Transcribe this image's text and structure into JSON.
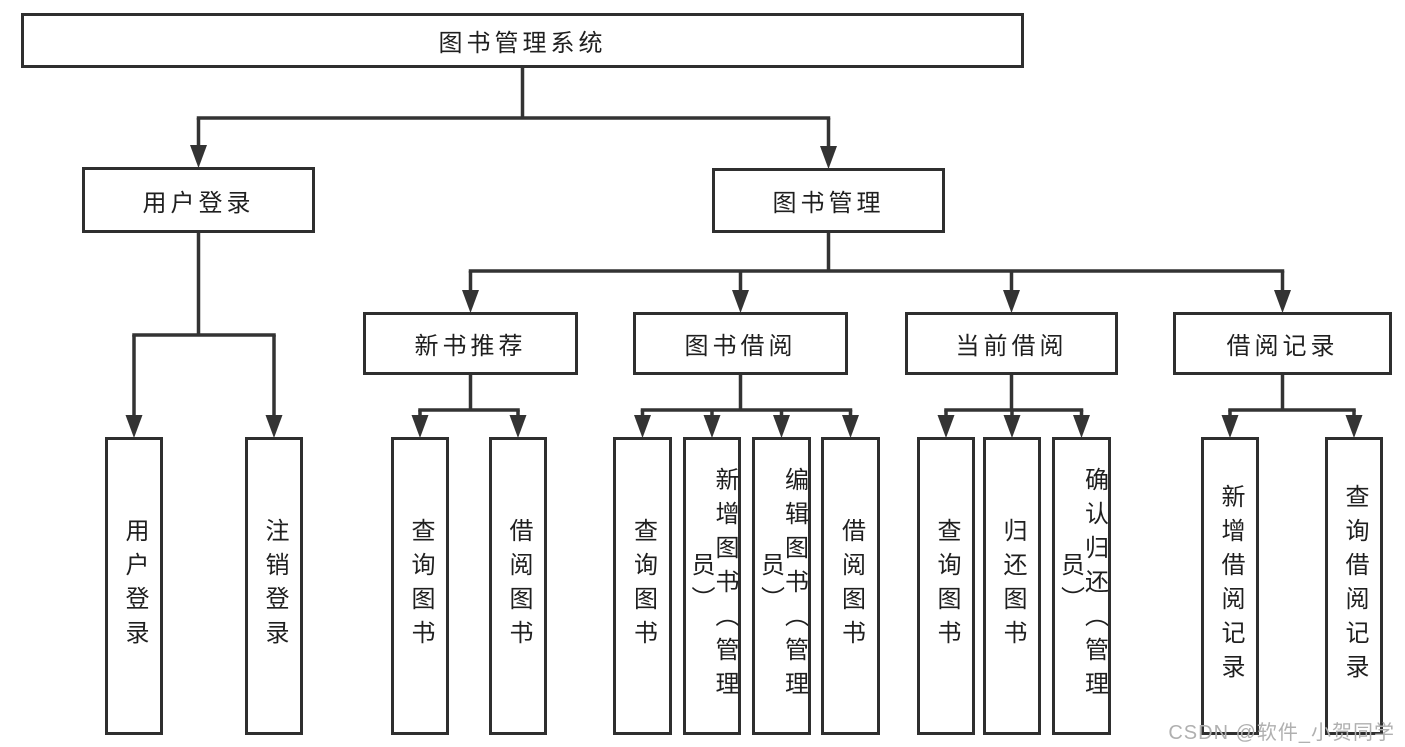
{
  "diagram": {
    "type": "hierarchy-diagram",
    "title": "图书管理系统",
    "watermark": "CSDN @软件_小贺同学",
    "colors": {
      "line": "#333333",
      "border": "#2f2f2f",
      "text": "#1f1f1f",
      "watermark": "#b0b0b0",
      "background": "#ffffff"
    },
    "nodes": [
      {
        "id": "root",
        "parent": null,
        "label": "图书管理系统"
      },
      {
        "id": "user-login",
        "parent": "root",
        "label": "用户登录"
      },
      {
        "id": "book-mgmt",
        "parent": "root",
        "label": "图书管理"
      },
      {
        "id": "new-book-rec",
        "parent": "book-mgmt",
        "label": "新书推荐"
      },
      {
        "id": "book-borrow",
        "parent": "book-mgmt",
        "label": "图书借阅"
      },
      {
        "id": "current-borrow",
        "parent": "book-mgmt",
        "label": "当前借阅"
      },
      {
        "id": "borrow-records",
        "parent": "book-mgmt",
        "label": "借阅记录"
      },
      {
        "id": "leaf-user-login",
        "parent": "user-login",
        "label": "用户登录"
      },
      {
        "id": "leaf-logout",
        "parent": "user-login",
        "label": "注销登录"
      },
      {
        "id": "leaf-query-book-1",
        "parent": "new-book-rec",
        "label": "查询图书"
      },
      {
        "id": "leaf-borrow-book-1",
        "parent": "new-book-rec",
        "label": "借阅图书"
      },
      {
        "id": "leaf-query-book-2",
        "parent": "book-borrow",
        "label": "查询图书"
      },
      {
        "id": "leaf-add-book",
        "parent": "book-borrow",
        "label": "新增图书（管理员）"
      },
      {
        "id": "leaf-edit-book",
        "parent": "book-borrow",
        "label": "编辑图书（管理员）"
      },
      {
        "id": "leaf-borrow-book-2",
        "parent": "book-borrow",
        "label": "借阅图书"
      },
      {
        "id": "leaf-query-book-3",
        "parent": "current-borrow",
        "label": "查询图书"
      },
      {
        "id": "leaf-return-book",
        "parent": "current-borrow",
        "label": "归还图书"
      },
      {
        "id": "leaf-confirm-return",
        "parent": "current-borrow",
        "label": "确认归还（管理员）"
      },
      {
        "id": "leaf-add-borrow-record",
        "parent": "borrow-records",
        "label": "新增借阅记录"
      },
      {
        "id": "leaf-query-borrow-record",
        "parent": "borrow-records",
        "label": "查询借阅记录"
      }
    ]
  }
}
